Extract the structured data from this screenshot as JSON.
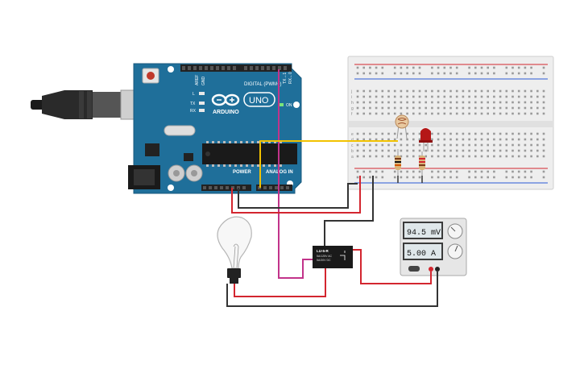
{
  "arduino": {
    "brand": "ARDUINO",
    "model": "UNO",
    "digital_header": "DIGITAL (PWM~)",
    "power_label": "POWER",
    "analog_label": "ANALOG IN",
    "on_label": "ON",
    "led_l": "L",
    "led_tx": "TX",
    "led_rx": "RX",
    "aref_label": "AREF",
    "gnd_label": "GND",
    "tx_label": "TX→1",
    "rx_label": "RX←0"
  },
  "relay": {
    "line1": "LU-5-R",
    "line2": "5A/125V AC",
    "line3": "5A/30V DC"
  },
  "power_supply": {
    "voltage_display": "94.5 mV",
    "current_display": "5.00 A"
  },
  "breadboard": {
    "row_letters_top": [
      "j",
      "i",
      "h",
      "g",
      "f"
    ],
    "row_letters_bottom": [
      "e",
      "d",
      "c",
      "b",
      "a"
    ]
  },
  "colors": {
    "arduino_blue": "#1f6f9a",
    "wire_black": "#333333",
    "wire_red": "#d3262f",
    "wire_yellow": "#f2c200",
    "wire_magenta": "#c2338a",
    "breadboard": "#eeeeee"
  }
}
